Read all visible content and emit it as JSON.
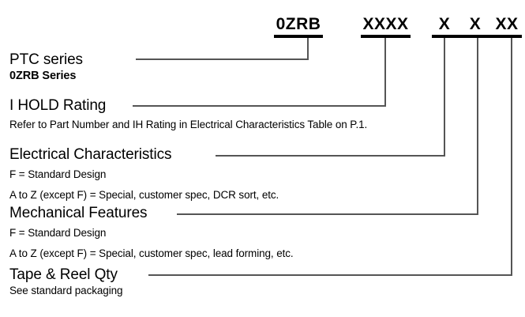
{
  "part_number": {
    "groups": [
      {
        "name": "series",
        "text": "0ZRB"
      },
      {
        "name": "ihold",
        "text": "XXXX"
      },
      {
        "name": "electrical",
        "text": "X"
      },
      {
        "name": "mechanical",
        "text": "X"
      },
      {
        "name": "tape_reel",
        "text": "XX"
      }
    ]
  },
  "sections": {
    "ptc": {
      "title": "PTC series",
      "sub1": "0ZRB Series"
    },
    "ihold": {
      "title": "I HOLD Rating",
      "sub1": "Refer to Part Number and IH Rating in Electrical Characteristics Table on P.1."
    },
    "electrical": {
      "title": "Electrical Characteristics",
      "sub1": "F = Standard Design",
      "sub2": "A to Z (except F) = Special, customer spec, DCR sort, etc."
    },
    "mechanical": {
      "title": "Mechanical Features",
      "sub1": "F = Standard Design",
      "sub2": "A to Z (except F) = Special, customer spec, lead forming, etc."
    },
    "tape_reel": {
      "title": "Tape & Reel Qty",
      "sub1": "See standard packaging"
    }
  },
  "style": {
    "line_color": "#555555",
    "text_color": "#000000",
    "background": "#ffffff"
  }
}
